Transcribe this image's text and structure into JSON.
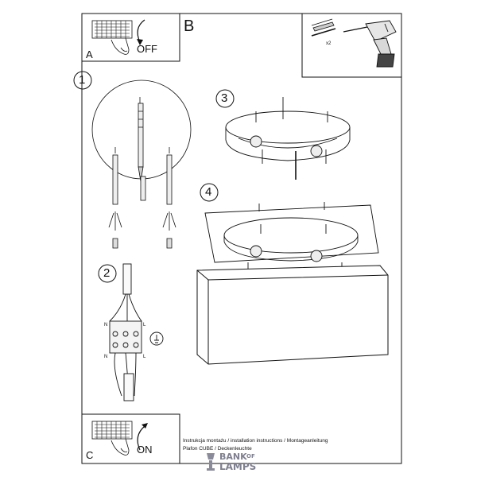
{
  "panels": {
    "a": {
      "label": "A",
      "state": "OFF"
    },
    "b": {
      "label": "B"
    },
    "c": {
      "label": "C",
      "state": "ON"
    }
  },
  "steps": [
    "1",
    "2",
    "3",
    "4"
  ],
  "tools": {
    "quantity": "x2"
  },
  "wiring": {
    "n_top": "N",
    "l_top": "L",
    "n_bottom": "N",
    "l_bottom": "L"
  },
  "footer": {
    "line1": "Instrukcja montażu / installation instructions / Montageanleitung",
    "line2": "Plafon CUBE / Deckenleuchte"
  },
  "watermark": {
    "line1": "BANK",
    "of": "OF",
    "line2": "LAMPS"
  }
}
